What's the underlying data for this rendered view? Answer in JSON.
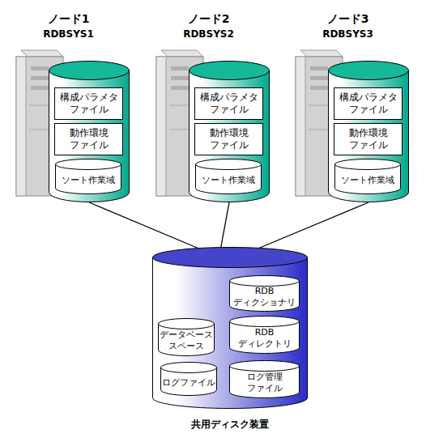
{
  "diagram": {
    "nodes": [
      {
        "text": [
          "ノード1",
          "RDBSYS1"
        ]
      },
      {
        "text": [
          "構成パラメタ ファイル"
        ],
        "in": 0
      },
      {
        "text": [
          "動作環境 ファイル"
        ],
        "in": 0
      },
      {
        "text": [
          "ソート作業域"
        ],
        "in": 0
      },
      {
        "text": [
          "ノード2",
          "RDBSYS2"
        ]
      },
      {
        "text": [
          "構成パラメタ ファイル"
        ],
        "in": 4
      },
      {
        "text": [
          "動作環境 ファイル"
        ],
        "in": 4
      },
      {
        "text": [
          "ソート作業域"
        ],
        "in": 4
      },
      {
        "text": [
          "ノード3",
          "RDBSYS3"
        ]
      },
      {
        "text": [
          "構成パラメタ ファイル"
        ],
        "in": 8
      },
      {
        "text": [
          "動作環境 ファイル"
        ],
        "in": 8
      },
      {
        "text": [
          "ソート作業域"
        ],
        "in": 8
      },
      {
        "text": [
          "共用ディスク装置"
        ]
      },
      {
        "text": [
          "RDB ディクショナリ"
        ],
        "in": 12
      },
      {
        "text": [
          "データベース スペース"
        ],
        "in": 12
      },
      {
        "text": [
          "RDB ディレクトリ"
        ],
        "in": 12
      },
      {
        "text": [
          "ログファイル"
        ],
        "in": 12
      },
      {
        "text": [
          "ログ管理 ファイル"
        ],
        "in": 12
      }
    ],
    "edges": [
      {
        "from": 0,
        "to": 12,
        "arrow": "none"
      },
      {
        "from": 4,
        "to": 12,
        "arrow": "none"
      },
      {
        "from": 8,
        "to": 12,
        "arrow": "none"
      }
    ]
  }
}
